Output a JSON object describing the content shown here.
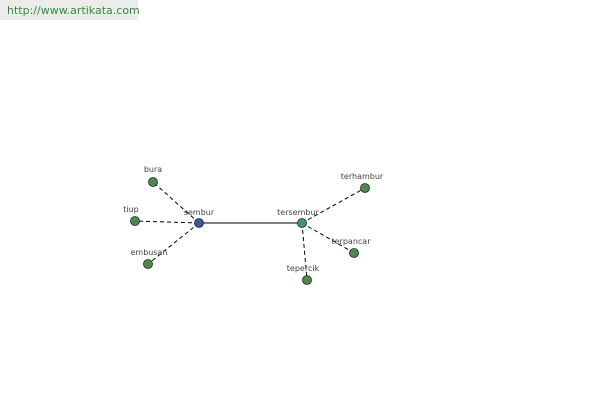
{
  "banner": {
    "url": "http://www.artikata.com"
  },
  "colors": {
    "root_node": "#3d53a8",
    "hub_node": "#3f8f90",
    "leaf_node": "#4a8a4a",
    "edge": "#000000",
    "banner_text": "#2f8f2f"
  },
  "graph": {
    "nodes": [
      {
        "id": "sembur",
        "label": "sembur",
        "kind": "root"
      },
      {
        "id": "tersembur",
        "label": "tersembur",
        "kind": "hub"
      },
      {
        "id": "bura",
        "label": "bura",
        "kind": "leaf"
      },
      {
        "id": "tiup",
        "label": "tiup",
        "kind": "leaf"
      },
      {
        "id": "embusan",
        "label": "embusan",
        "kind": "leaf"
      },
      {
        "id": "terhambur",
        "label": "terhambur",
        "kind": "leaf"
      },
      {
        "id": "terpancar",
        "label": "terpancar",
        "kind": "leaf"
      },
      {
        "id": "tepercik",
        "label": "tepercik",
        "kind": "leaf"
      }
    ],
    "edges": [
      {
        "from": "sembur",
        "to": "tersembur",
        "style": "solid"
      },
      {
        "from": "sembur",
        "to": "bura",
        "style": "dashed"
      },
      {
        "from": "sembur",
        "to": "tiup",
        "style": "dashed"
      },
      {
        "from": "sembur",
        "to": "embusan",
        "style": "dashed"
      },
      {
        "from": "tersembur",
        "to": "terhambur",
        "style": "dashed"
      },
      {
        "from": "tersembur",
        "to": "terpancar",
        "style": "dashed"
      },
      {
        "from": "tersembur",
        "to": "tepercik",
        "style": "dashed"
      }
    ]
  }
}
